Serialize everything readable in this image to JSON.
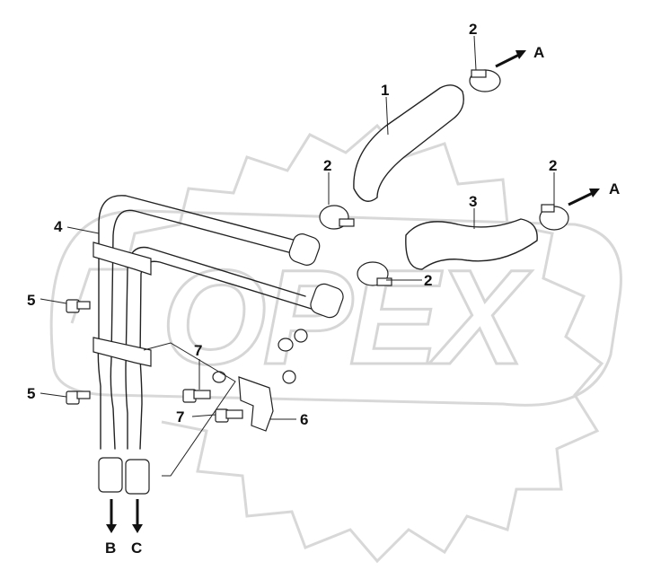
{
  "diagram": {
    "watermark": "OPEX",
    "callouts": {
      "hose_upper": "1",
      "clamp_top": "2",
      "clamp_left_mid": "2",
      "clamp_right": "2",
      "clamp_lower_mid": "2",
      "hose_lower": "3",
      "pipe_assembly": "4",
      "bolt_upper": "5",
      "bolt_lower": "5",
      "bracket": "6",
      "bolt_bracket_upper": "7",
      "bolt_bracket_lower": "7"
    },
    "connections": {
      "upper_hose_end": "A",
      "lower_hose_end": "A",
      "pipe_end_left": "B",
      "pipe_end_right": "C"
    }
  }
}
